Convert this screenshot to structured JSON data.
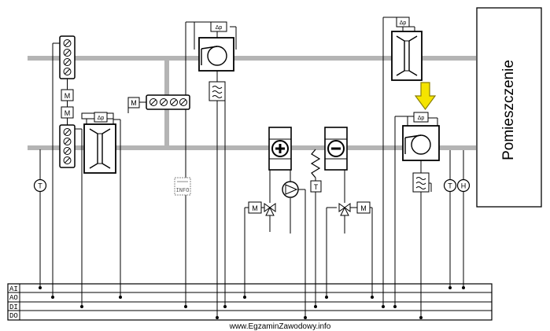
{
  "room": {
    "label": "Pomieszczenie"
  },
  "bus": {
    "labels": [
      "AI",
      "AO",
      "DI",
      "DO"
    ]
  },
  "symbols": {
    "motor": "M",
    "temperature": "T",
    "humidity": "H",
    "pressure_diff": "Δp"
  },
  "info_badge": {
    "label": "INFO"
  },
  "footer": {
    "url": "www.EgzaminZawodowy.info"
  },
  "highlight": {
    "arrow_color": "#f5e400",
    "arrow_outline": "#8a7f00"
  }
}
